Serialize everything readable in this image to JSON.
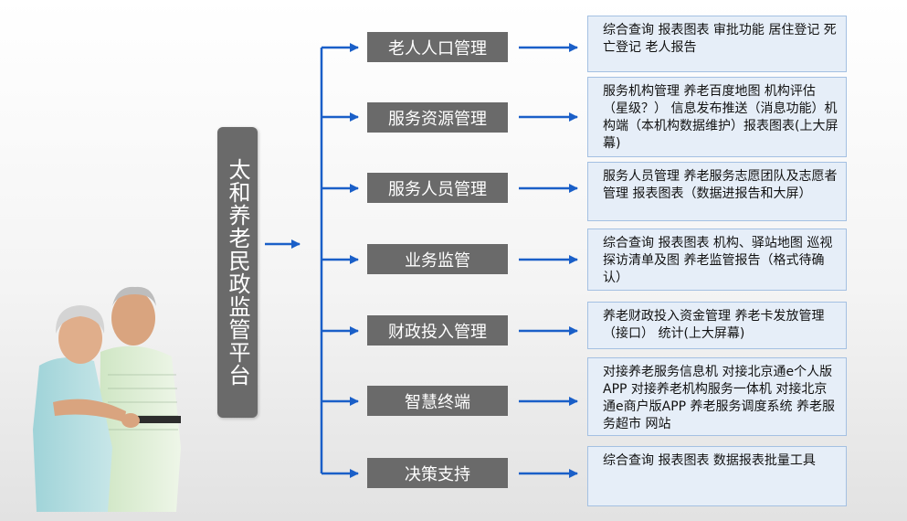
{
  "title": "太和养老民政监管平台",
  "categories": [
    {
      "label": "老人人口管理",
      "detail": "综合查询  报表图表  审批功能  居住登记  死亡登记  老人报告"
    },
    {
      "label": "服务资源管理",
      "detail": "服务机构管理  养老百度地图  机构评估（星级？）  信息发布推送（消息功能）机构端（本机构数据维护）报表图表(上大屏幕)"
    },
    {
      "label": "服务人员管理",
      "detail": "服务人员管理  养老服务志愿团队及志愿者管理  报表图表（数据进报告和大屏）"
    },
    {
      "label": "业务监管",
      "detail": "综合查询  报表图表  机构、驿站地图  巡视探访清单及图  养老监管报告（格式待确认）"
    },
    {
      "label": "财政投入管理",
      "detail": "养老财政投入资金管理  养老卡发放管理（接口）  统计(上大屏幕)"
    },
    {
      "label": "智慧终端",
      "detail": "对接养老服务信息机  对接北京通e个人版APP  对接养老机构服务一体机  对接北京通e商户版APP  养老服务调度系统  养老服务超市  网站"
    },
    {
      "label": "决策支持",
      "detail": "综合查询  报表图表  数据报表批量工具"
    }
  ],
  "colors": {
    "box": "#6a6a6a",
    "arrow": "#1a5fc8",
    "desc_bg": "#e6eef8",
    "desc_border": "#a4c0e2"
  }
}
